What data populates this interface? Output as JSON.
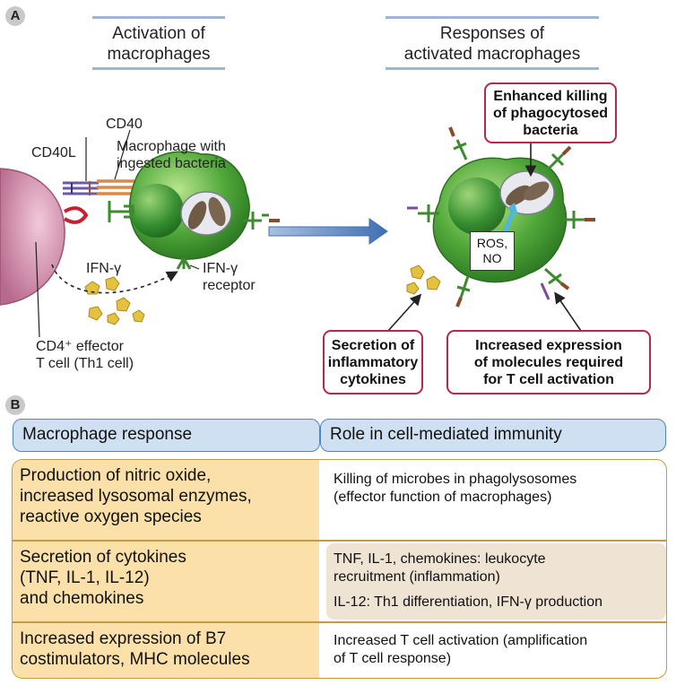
{
  "panel_a": {
    "letter": "A",
    "heading_left": [
      "Activation of",
      "macrophages"
    ],
    "heading_right": [
      "Responses of",
      "activated macrophages"
    ],
    "labels": {
      "cd40": "CD40",
      "cd40l": "CD40L",
      "macrophage": [
        "Macrophage with",
        "ingested bacteria"
      ],
      "ifn_gamma": "IFN-γ",
      "ifn_receptor": [
        "IFN-γ",
        "receptor"
      ],
      "tcell": [
        "CD4⁺ effector",
        "T cell (Th1 cell)"
      ],
      "ros_no": [
        "ROS,",
        "NO"
      ]
    },
    "callouts": {
      "killing": [
        "Enhanced killing",
        "of phagocytosed",
        "bacteria"
      ],
      "secretion": [
        "Secretion of",
        "inflammatory",
        "cytokines"
      ],
      "expression": [
        "Increased expression",
        "of molecules required",
        "for T cell activation"
      ]
    },
    "colors": {
      "callout_border": "#b32a4a",
      "macrophage": "#4ea83a",
      "tcell": "#c9829f",
      "arrow": "#4f7fbf"
    }
  },
  "panel_b": {
    "letter": "B",
    "header": {
      "left": "Macrophage response",
      "right": "Role in cell-mediated immunity"
    },
    "rows": [
      {
        "left": [
          "Production of nitric oxide,",
          "increased lysosomal enzymes,",
          "reactive oxygen species"
        ],
        "right": [
          [
            "Killing of microbes in phagolysosomes",
            "(effector function of macrophages)"
          ]
        ]
      },
      {
        "left": [
          "Secretion of cytokines",
          "(TNF, IL-1, IL-12)",
          "and chemokines"
        ],
        "right": [
          [
            "TNF, IL-1, chemokines: leukocyte",
            "recruitment (inflammation)"
          ],
          [
            "IL-12: Th1 differentiation, IFN-γ production"
          ]
        ]
      },
      {
        "left": [
          "Increased expression of B7",
          "costimulators, MHC molecules"
        ],
        "right": [
          [
            "Increased T cell activation (amplification",
            "of T cell response)"
          ]
        ]
      }
    ],
    "colors": {
      "header_fill": "#cfe0f2",
      "header_border": "#4f86c6",
      "row_left_fill": "#fbe0a9",
      "row_right_highlight": "#efe3d3",
      "frame": "#c49a45"
    }
  }
}
